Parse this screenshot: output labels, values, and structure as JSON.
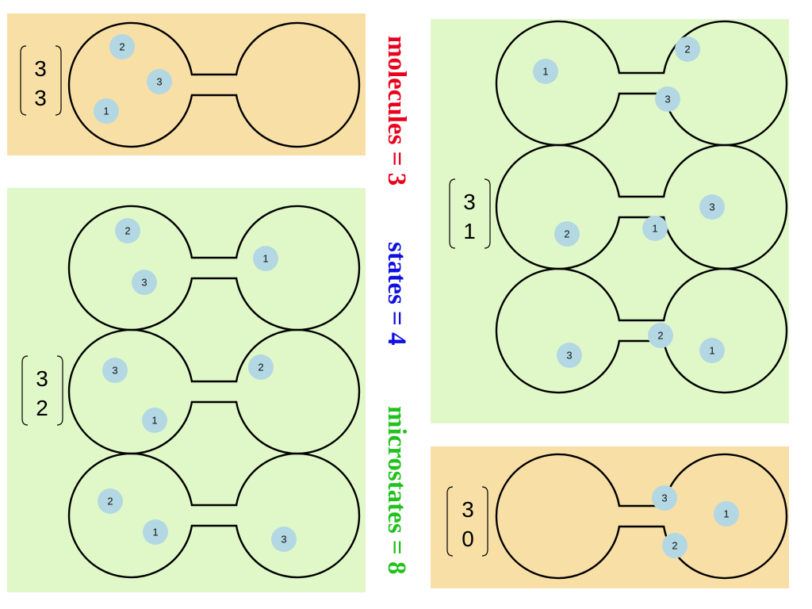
{
  "colors": {
    "orange": "#f8dfa6",
    "green": "#e0f8c8",
    "molecule": "#b3d8e4",
    "outline": "#000000",
    "molecules_text": "#e8001c",
    "states_text": "#1010e0",
    "microstates_text": "#22c11e"
  },
  "labels": {
    "molecules": "molecules = 3",
    "states": "states = 4",
    "microstates": "microstates = 8"
  },
  "panels": [
    {
      "id": "state-3-3",
      "color": "orange",
      "binom": {
        "top": "3",
        "bottom": "3"
      },
      "configs": [
        {
          "left": [
            "2",
            "3",
            "1"
          ],
          "right": []
        }
      ]
    },
    {
      "id": "state-3-2",
      "color": "green",
      "binom": {
        "top": "3",
        "bottom": "2"
      },
      "configs": [
        {
          "left": [
            "2",
            "3"
          ],
          "right": [
            "1"
          ]
        },
        {
          "left": [
            "3",
            "1"
          ],
          "right": [
            "2"
          ]
        },
        {
          "left": [
            "2",
            "1"
          ],
          "right": [
            "3"
          ]
        }
      ]
    },
    {
      "id": "state-3-1",
      "color": "green",
      "binom": {
        "top": "3",
        "bottom": "1"
      },
      "configs": [
        {
          "left": [
            "1"
          ],
          "right": [
            "2",
            "3"
          ]
        },
        {
          "left": [
            "2"
          ],
          "right": [
            "3",
            "1"
          ]
        },
        {
          "left": [
            "3"
          ],
          "right": [
            "2",
            "1"
          ]
        }
      ]
    },
    {
      "id": "state-3-0",
      "color": "orange",
      "binom": {
        "top": "3",
        "bottom": "0"
      },
      "configs": [
        {
          "left": [],
          "right": [
            "3",
            "1",
            "2"
          ]
        }
      ]
    }
  ]
}
